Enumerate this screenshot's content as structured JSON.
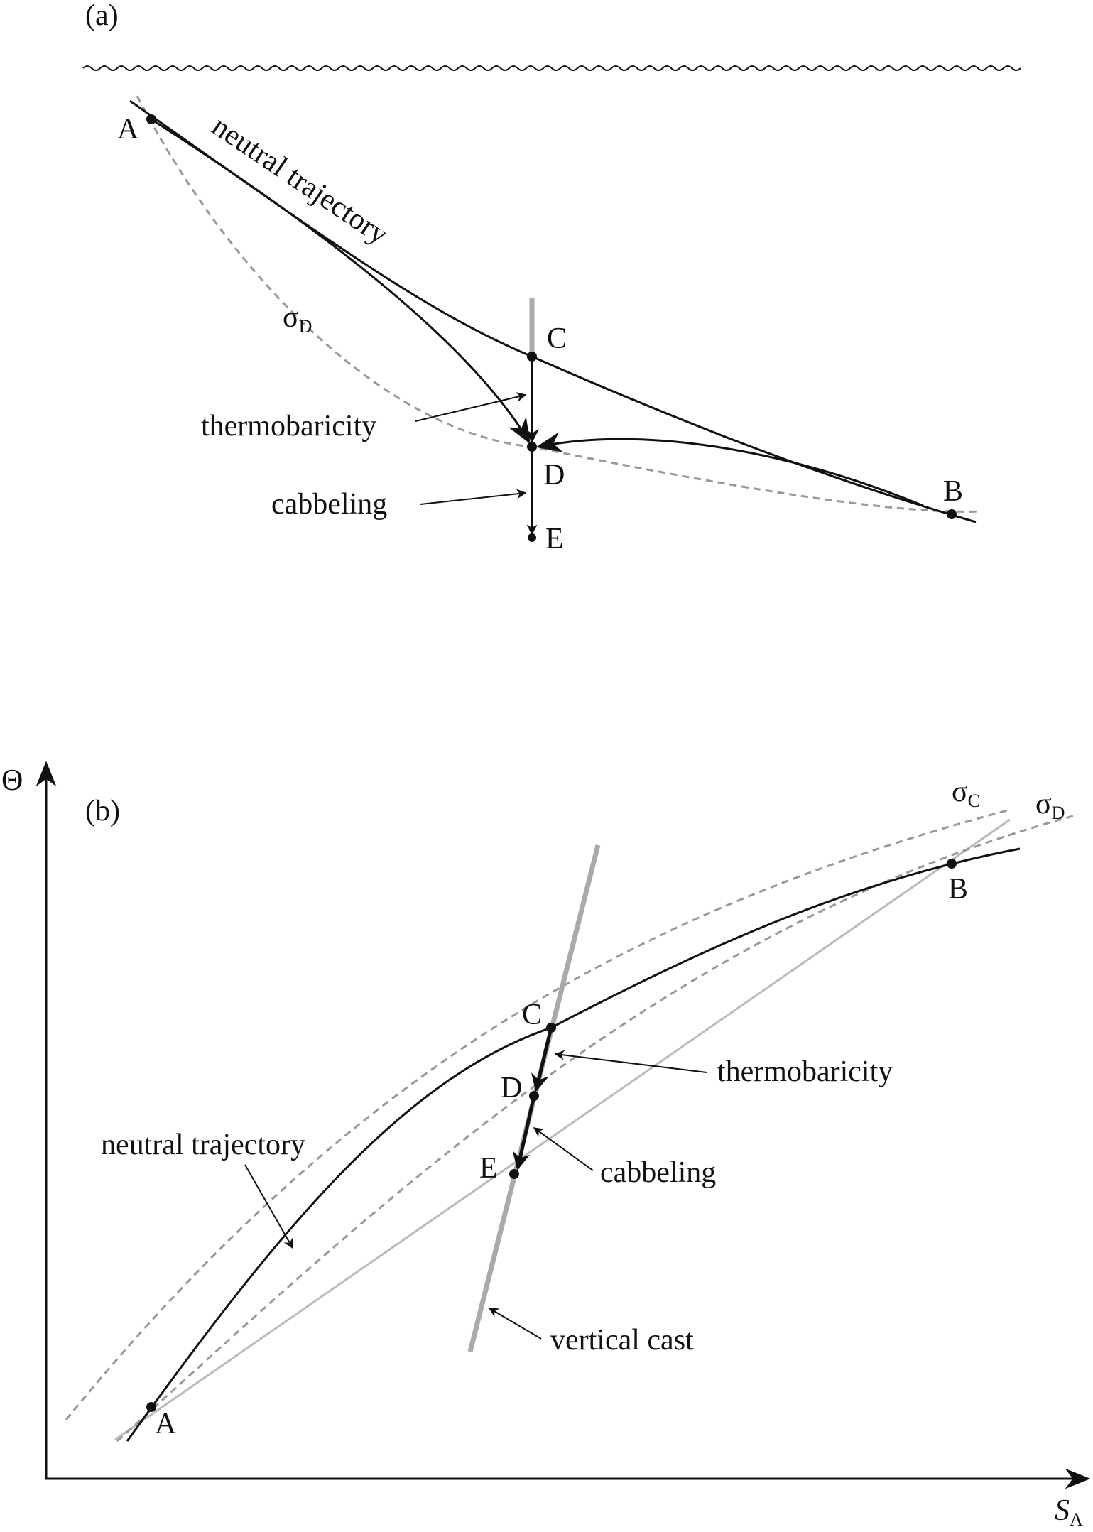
{
  "panel_a": {
    "label": "(a)",
    "points": {
      "A": "A",
      "B": "B",
      "C": "C",
      "D": "D",
      "E": "E"
    },
    "neutral_trajectory": "neutral trajectory",
    "sigma_D": {
      "symbol": "σ",
      "sub": "D"
    },
    "thermobaricity": "thermobaricity",
    "cabbeling": "cabbeling"
  },
  "panel_b": {
    "label": "(b)",
    "y_axis": "Θ",
    "x_axis": {
      "symbol": "S",
      "sub": "A"
    },
    "points": {
      "A": "A",
      "B": "B",
      "C": "C",
      "D": "D",
      "E": "E"
    },
    "sigma_C": {
      "symbol": "σ",
      "sub": "C"
    },
    "sigma_D": {
      "symbol": "σ",
      "sub": "D"
    },
    "neutral_trajectory": "neutral trajectory",
    "thermobaricity": "thermobaricity",
    "cabbeling": "cabbeling",
    "vertical_cast": "vertical cast"
  }
}
